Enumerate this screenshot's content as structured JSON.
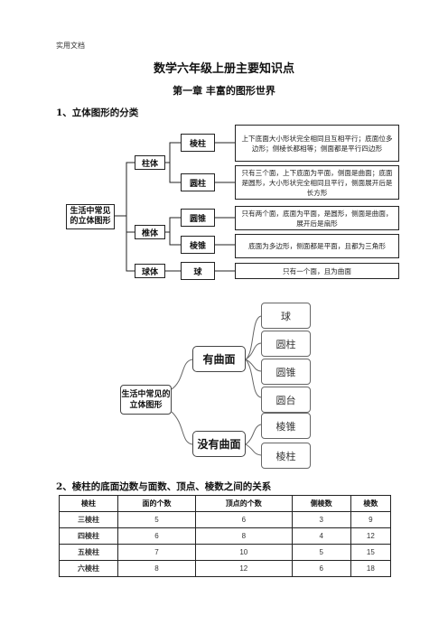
{
  "header": "实用文档",
  "title": "数学六年级上册主要知识点",
  "chapter": "第一章   丰富的图形世界",
  "section1": "1、立体图形的分类",
  "section2": "2、棱柱的底面边数与面数、顶点、棱数之间的关系",
  "tree1": {
    "root": "生活中常见的立体图形",
    "zhuti": "柱体",
    "zhuiti": "椎体",
    "qiuti": "球体",
    "lengzhu": "棱柱",
    "yuanzhu": "圆柱",
    "yuanzhui": "圆锥",
    "lengzhui": "棱锥",
    "qiu": "球",
    "desc_lengzhu": "上下底面大小形状完全相同且互相平行；底面位多边形；侧棱长都相等；侧面都是平行四边形",
    "desc_yuanzhu": "只有三个面，上下底面为平面，侧面是曲面；底面是圆形，大小形状完全相同且平行，侧面展开后是长方形",
    "desc_yuanzhui": "只有两个面，底面为平面，是圆形，侧面是曲面，展开后是扇形",
    "desc_lengzhui": "底面为多边形，侧面都是平面，且都为三角形",
    "desc_qiu": "只有一个面，且为曲面"
  },
  "tree2": {
    "root": "生活中常见的立体图形",
    "curved": "有曲面",
    "no_curved": "没有曲面",
    "curved_items": [
      "球",
      "圆柱",
      "圆锥",
      "圆台"
    ],
    "flat_items": [
      "棱锥",
      "棱柱"
    ]
  },
  "table": {
    "headers": [
      "棱柱",
      "面的个数",
      "顶点的个数",
      "侧棱数",
      "棱数"
    ],
    "rows": [
      [
        "三棱柱",
        "5",
        "6",
        "3",
        "9"
      ],
      [
        "四棱柱",
        "6",
        "8",
        "4",
        "12"
      ],
      [
        "五棱柱",
        "7",
        "10",
        "5",
        "15"
      ],
      [
        "六棱柱",
        "8",
        "12",
        "6",
        "18"
      ]
    ]
  }
}
